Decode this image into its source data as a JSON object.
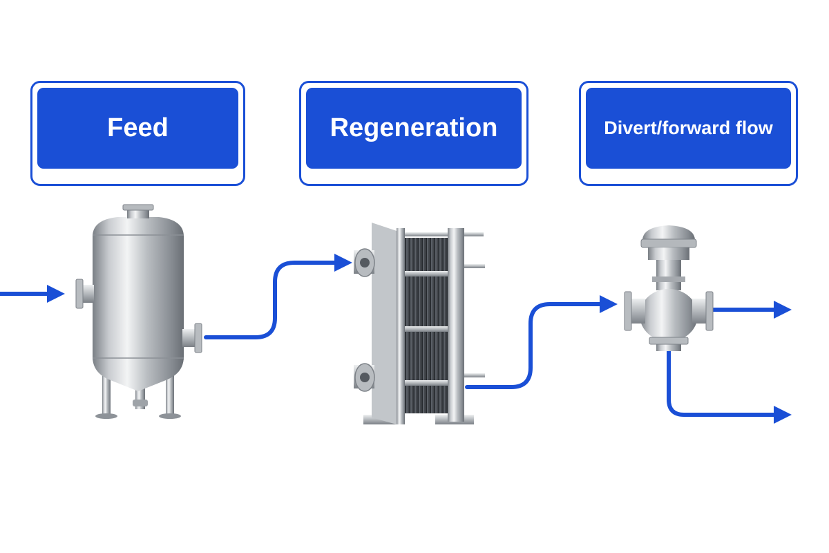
{
  "labels": {
    "feed": "Feed",
    "regeneration": "Regeneration",
    "divert": "Divert/forward flow"
  },
  "colors": {
    "flow_blue": "#1a4fd6",
    "steel_light": "#e4e6e8",
    "steel_mid": "#a9adb2",
    "steel_dark": "#6d7278",
    "plates_dark": "#2a2d31"
  },
  "equipment": [
    "vessel",
    "plate-heat-exchanger",
    "divert-valve"
  ]
}
